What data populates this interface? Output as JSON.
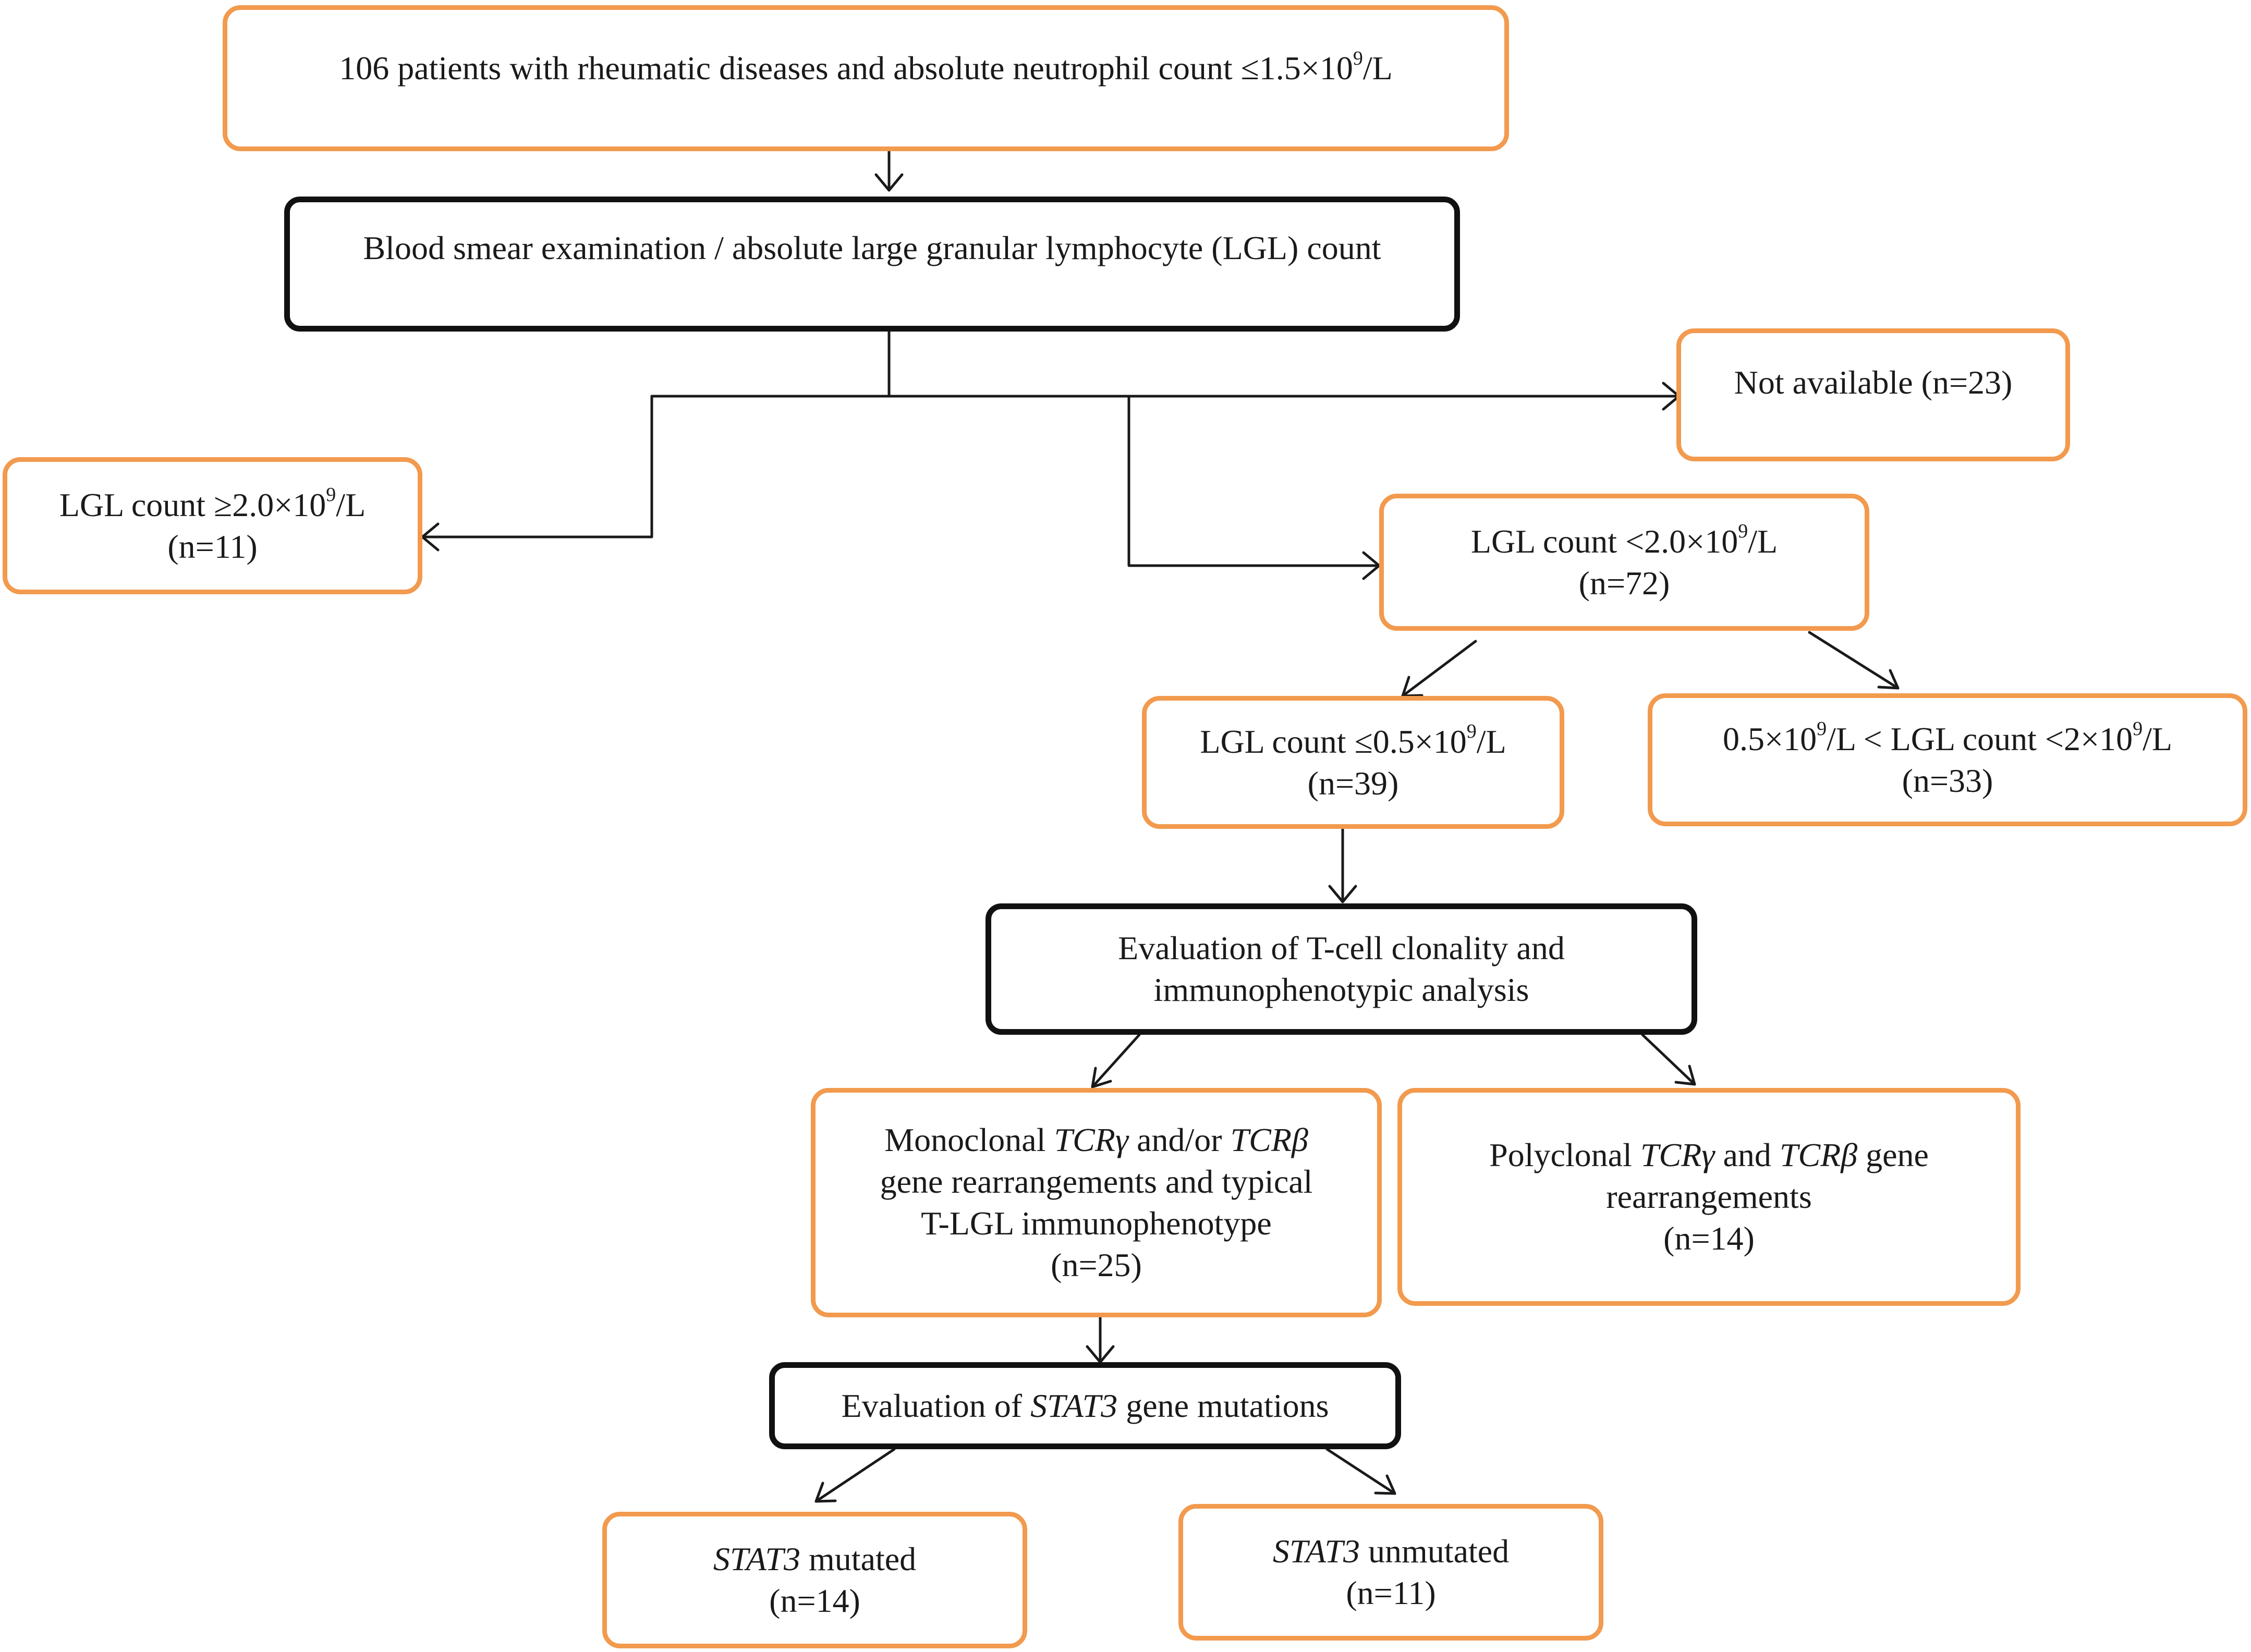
{
  "colors": {
    "orange_border": "#f29a4e",
    "black_border": "#111111",
    "connector": "#1a1a1a"
  },
  "nodes": {
    "start": {
      "text": "106 patients with rheumatic diseases and absolute neutrophil count ≤1.5×10⁹/L"
    },
    "smear": {
      "text": "Blood smear examination / absolute large granular lymphocyte (LGL) count"
    },
    "not_available": {
      "text": "Not available (n=23)"
    },
    "lgl_high": {
      "line1": "LGL count ≥2.0×10⁹/L",
      "line2": "(n=11)"
    },
    "lgl_low": {
      "line1": "LGL count <2.0×10⁹/L",
      "line2": "(n=72)"
    },
    "lgl_very_low": {
      "line1": "LGL count ≤0.5×10⁹/L",
      "line2": "(n=39)"
    },
    "lgl_mid": {
      "line1": "0.5×10⁹/L < LGL count <2×10⁹/L",
      "line2": "(n=33)"
    },
    "clonality": {
      "line1": "Evaluation of T-cell clonality and",
      "line2": "immunophenotypic analysis"
    },
    "monoclonal": {
      "line1": "Monoclonal TCRγ and/or TCRβ",
      "line2": "gene rearrangements and typical",
      "line3": "T-LGL immunophenotype",
      "line4": "(n=25)"
    },
    "polyclonal": {
      "line1": "Polyclonal TCRγ and TCRβ gene",
      "line2": "rearrangements",
      "line3": "(n=14)"
    },
    "stat3_eval": {
      "text": "Evaluation of STAT3 gene mutations"
    },
    "stat3_mut": {
      "line1": "STAT3 mutated",
      "line2": "(n=14)"
    },
    "stat3_unmut": {
      "line1": "STAT3 unmutated",
      "line2": "(n=11)"
    }
  }
}
